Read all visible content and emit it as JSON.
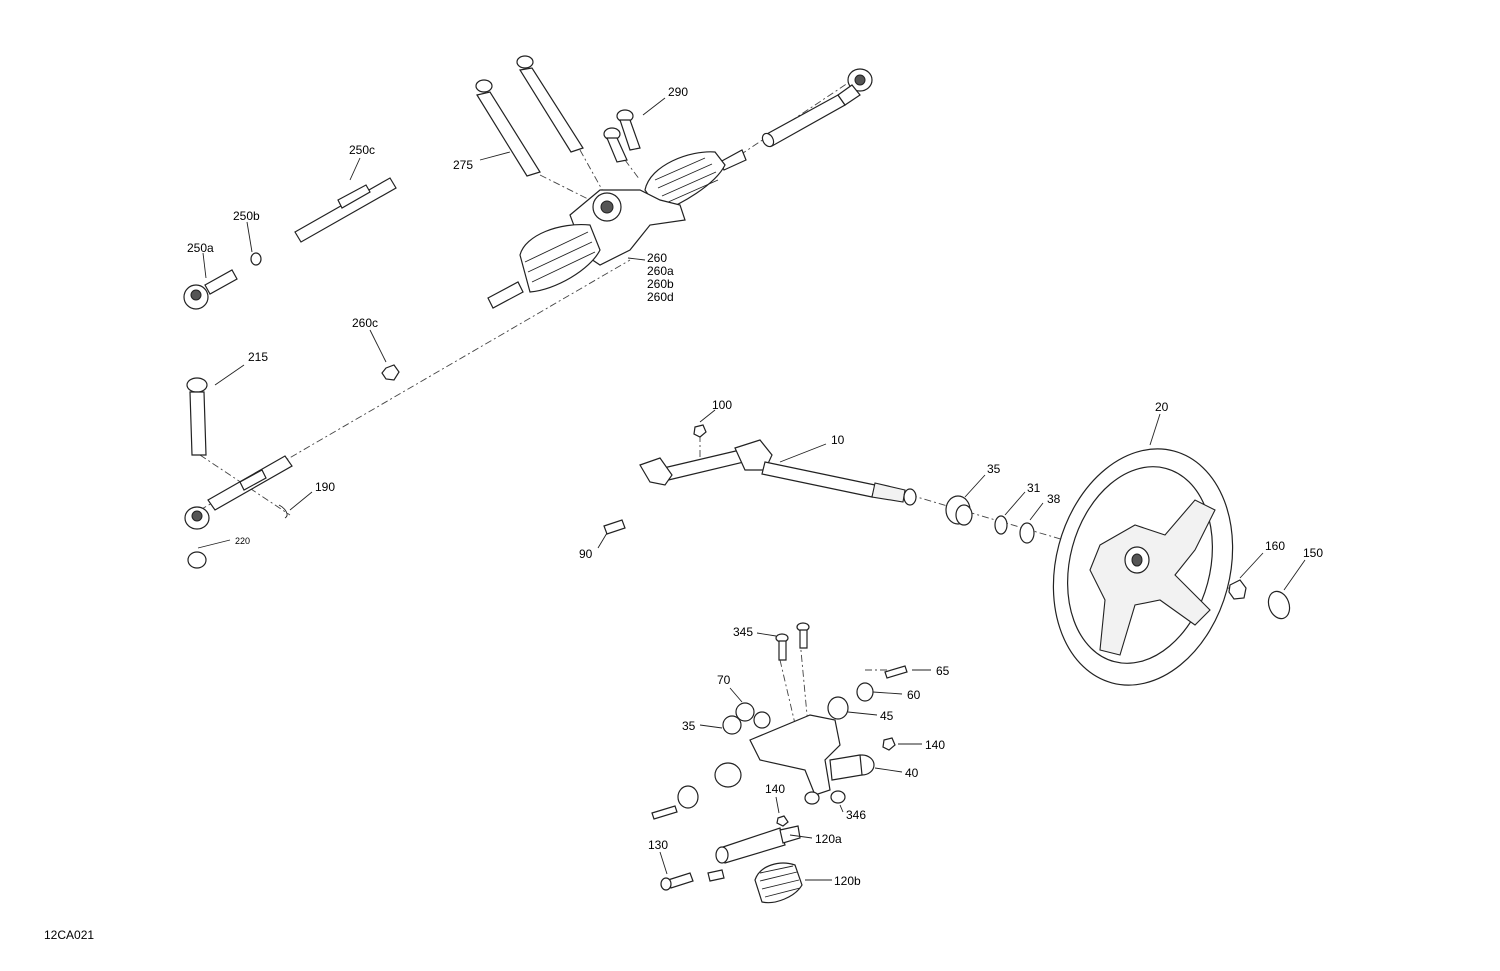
{
  "drawing_code": "12CA021",
  "labels": {
    "l275": "275",
    "l290": "290",
    "l250c": "250c",
    "l250b": "250b",
    "l250a": "250a",
    "l260": "260",
    "l260a": "260a",
    "l260b": "260b",
    "l260d": "260d",
    "l260c": "260c",
    "l215": "215",
    "l190": "190",
    "l220": "220",
    "l100": "100",
    "l10": "10",
    "l90": "90",
    "l35a": "35",
    "l31": "31",
    "l38": "38",
    "l20": "20",
    "l160": "160",
    "l150": "150",
    "l345": "345",
    "l65": "65",
    "l70": "70",
    "l60": "60",
    "l35b": "35",
    "l45": "45",
    "l140a": "140",
    "l40": "40",
    "l140b": "140",
    "l346": "346",
    "l120a": "120a",
    "l130": "130",
    "l120b": "120b"
  }
}
